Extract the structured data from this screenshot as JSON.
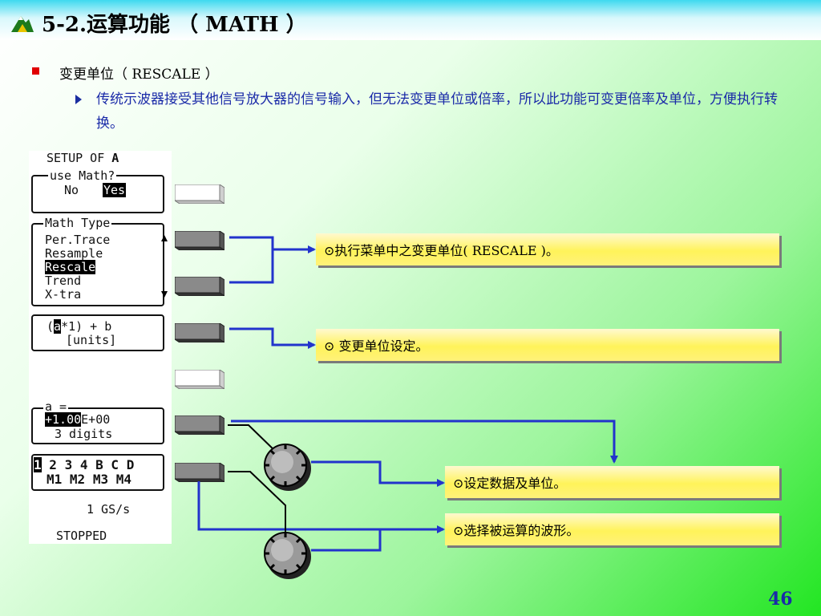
{
  "title": "5-2.运算功能 （ MATH ）",
  "section": {
    "heading": "变更单位（ RESCALE ）",
    "description": "传统示波器接受其他信号放大器的信号输入，但无法变更单位或倍率，所以此功能可变更倍率及单位，方便执行转换。"
  },
  "scope_screen": {
    "setup_label": "SETUP OF",
    "setup_channel": "A",
    "use_math_legend": "use Math?",
    "use_math_no": "No",
    "use_math_yes": "Yes",
    "math_type_legend": "Math Type",
    "math_types": [
      "Per.Trace",
      "Resample",
      "Rescale",
      "Trend",
      "X-tra"
    ],
    "formula_open": "(",
    "formula_a": "a",
    "formula_rest_1": "*1) + b",
    "formula_units": "[units]",
    "a_legend": "a =",
    "a_value": "+1.00",
    "a_exp": "E+00",
    "a_digits": "3 digits",
    "channels_row1": [
      "1",
      "2",
      "3",
      "4",
      "B",
      "C",
      "D"
    ],
    "channels_row2": [
      "M1",
      "M2",
      "M3",
      "M4"
    ],
    "timebase": "1 GS/s",
    "status": "STOPPED"
  },
  "callouts": {
    "rescale": "⊙执行菜单中之变更单位( RESCALE )。",
    "units": "⊙ 变更单位设定。",
    "data_units": "⊙设定数据及单位。",
    "waveform": "⊙选择被运算的波形。"
  },
  "page_number": "46",
  "colors": {
    "bullet": "#e00000",
    "subtext": "#1a2aa8",
    "connector": "#2233cc",
    "callout_fill": "#fff35a"
  }
}
